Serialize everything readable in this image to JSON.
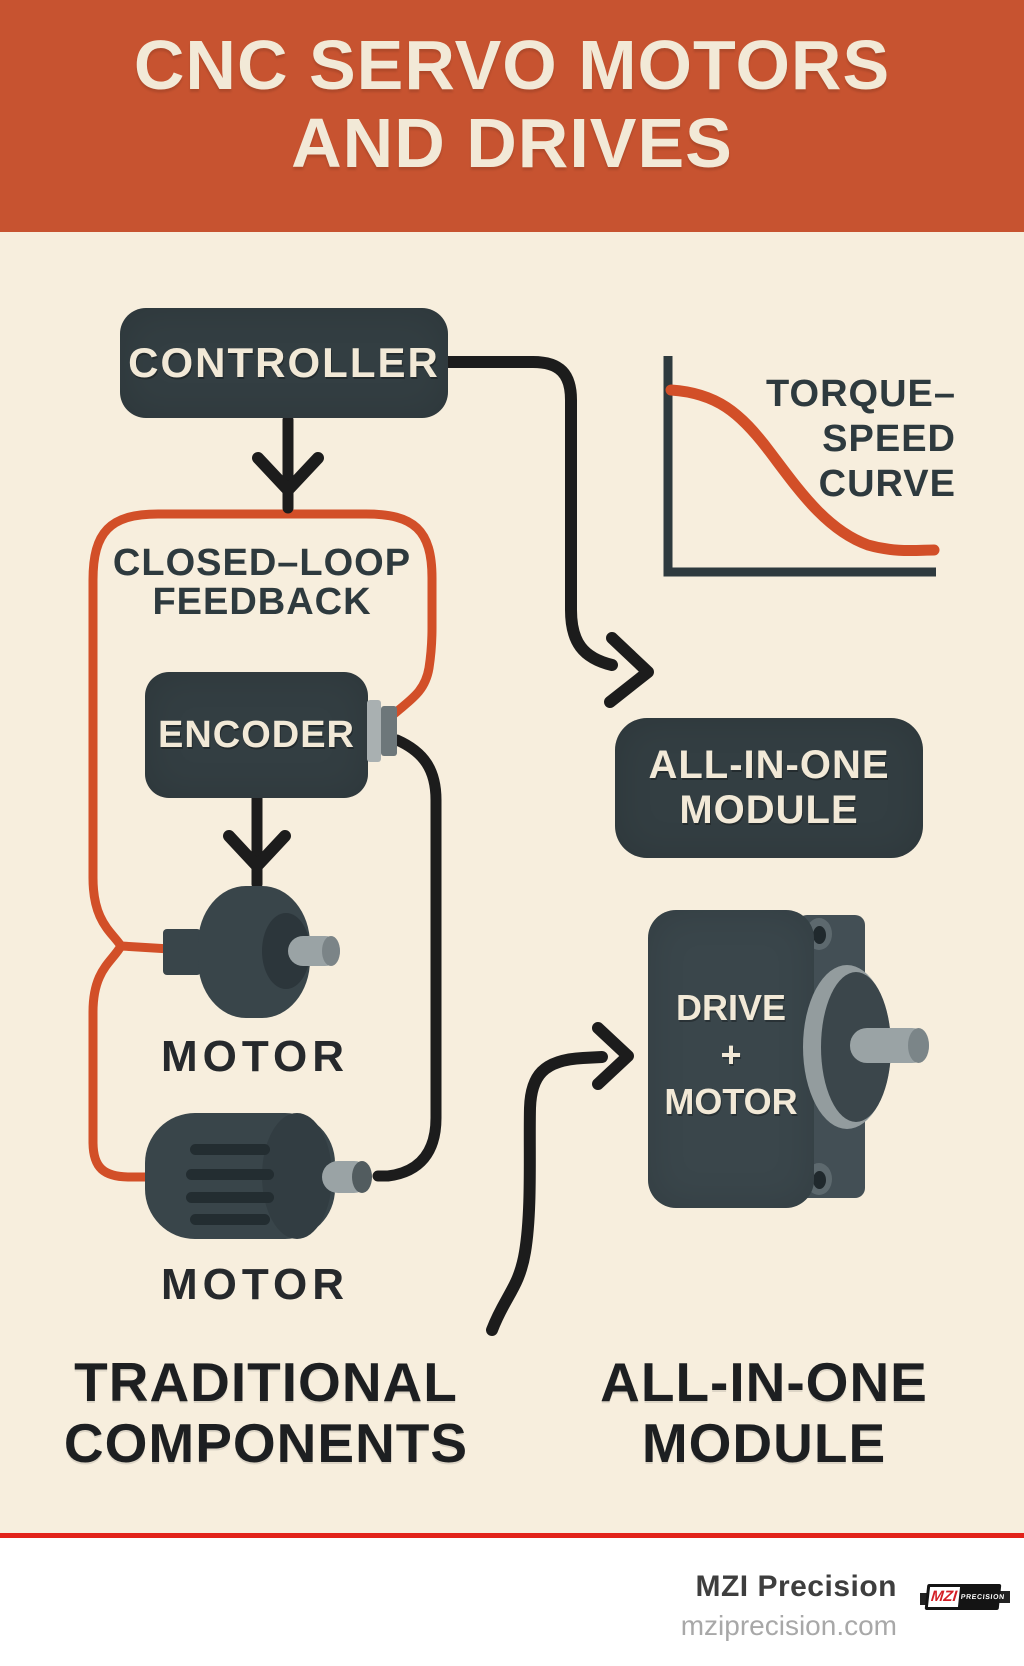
{
  "header": {
    "title_line1": "CNC SERVO MOTORS",
    "title_line2": "AND DRIVES"
  },
  "flow": {
    "controller_label": "CONTROLLER",
    "closed_loop_line1": "CLOSED–LOOP",
    "closed_loop_line2": "FEEDBACK",
    "encoder_label": "ENCODER",
    "motor1_label": "MOTOR",
    "motor2_label": "MOTOR",
    "left_caption_line1": "TRADITIONAL",
    "left_caption_line2": "COMPONENTS"
  },
  "right_column": {
    "module_box_line1": "ALL-IN-ONE",
    "module_box_line2": "MODULE",
    "drive_motor_line1": "DRIVE",
    "drive_motor_line2": "+",
    "drive_motor_line3": "MOTOR",
    "right_caption_line1": "ALL-IN-ONE",
    "right_caption_line2": "MODULE"
  },
  "chart_label": {
    "line1": "TORQUE–",
    "line2": "SPEED",
    "line3": "CURVE"
  },
  "chart_data": {
    "type": "line",
    "title": "TORQUE–SPEED CURVE",
    "xlabel": "",
    "ylabel": "",
    "axis_note": "axes unlabeled; normalized 0-1 estimates read from curve",
    "x": [
      0,
      0.1,
      0.2,
      0.3,
      0.4,
      0.5,
      0.6,
      0.7,
      0.8,
      0.9,
      1.0
    ],
    "series": [
      {
        "name": "torque",
        "values": [
          0.92,
          0.91,
          0.86,
          0.77,
          0.62,
          0.45,
          0.3,
          0.2,
          0.14,
          0.11,
          0.1
        ]
      }
    ],
    "xlim": [
      0,
      1
    ],
    "ylim": [
      0,
      1
    ],
    "grid": false,
    "legend": "none",
    "line_color": "#d24f28",
    "axis_color": "#2e3a3e"
  },
  "footer": {
    "brand": "MZI Precision",
    "website": "mziprecision.com",
    "logo_mzi": "MZI",
    "logo_precision": "PRECISION"
  },
  "colors": {
    "header_bg": "#c75330",
    "page_bg": "#f7eedd",
    "dark_box": "#333e42",
    "orange_line": "#d24f28",
    "black_line": "#1c1c1c",
    "slate_text": "#2e3a3e",
    "red_divider": "#e2231a",
    "cream_text": "#f2e9d7",
    "logo_red": "#d41f26"
  }
}
